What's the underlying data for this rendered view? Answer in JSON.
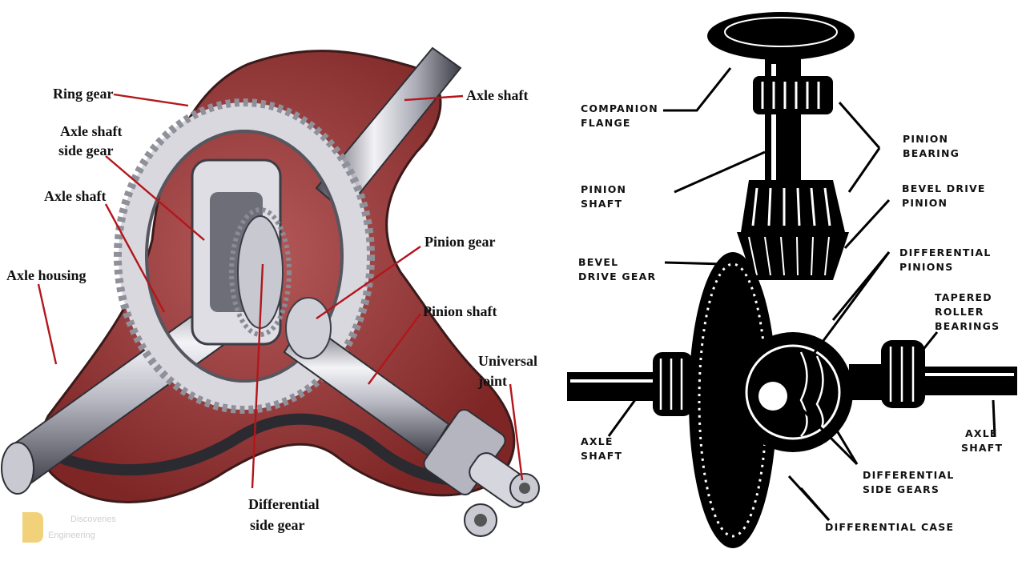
{
  "left_diagram": {
    "labels": {
      "ring_gear": "Ring gear",
      "axle_shaft_side_gear_1": "Axle shaft",
      "axle_shaft_side_gear_2": "side gear",
      "axle_shaft_left": "Axle shaft",
      "axle_housing": "Axle housing",
      "axle_shaft_right": "Axle shaft",
      "pinion_gear": "Pinion gear",
      "pinion_shaft": "Pinion shaft",
      "universal_joint_1": "Universal",
      "universal_joint_2": "joint",
      "differential_side_gear_1": "Differential",
      "differential_side_gear_2": "side gear"
    },
    "watermark": {
      "line1": "Discoveries",
      "line2": "Engineering"
    }
  },
  "right_diagram": {
    "labels": {
      "companion_flange_1": "COMPANION",
      "companion_flange_2": "FLANGE",
      "pinion_bearing_1": "PINION",
      "pinion_bearing_2": "BEARING",
      "pinion_shaft_1": "PINION",
      "pinion_shaft_2": "SHAFT",
      "bevel_drive_pinion_1": "BEVEL DRIVE",
      "bevel_drive_pinion_2": "PINION",
      "bevel_drive_gear_1": "BEVEL",
      "bevel_drive_gear_2": "DRIVE GEAR",
      "differential_pinions_1": "DIFFERENTIAL",
      "differential_pinions_2": "PINIONS",
      "tapered_roller_1": "TAPERED",
      "tapered_roller_2": "ROLLER",
      "tapered_roller_3": "BEARINGS",
      "axle_shaft_left_1": "AXLE",
      "axle_shaft_left_2": "SHAFT",
      "axle_shaft_right_1": "AXLE",
      "axle_shaft_right_2": "SHAFT",
      "differential_side_gears_1": "DIFFERENTIAL",
      "differential_side_gears_2": "SIDE GEARS",
      "differential_case": "DIFFERENTIAL CASE"
    }
  },
  "colors": {
    "housing_red": "#9c3a3a",
    "housing_red_light": "#c46a6a",
    "steel_light": "#e9e9ee",
    "steel_mid": "#a9aab4",
    "steel_dark": "#4a4b55",
    "leader_red": "#b3161b",
    "ink": "#000000"
  }
}
